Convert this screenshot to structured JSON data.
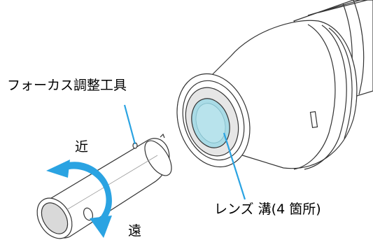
{
  "labels": {
    "tool": "フォーカス調整工具",
    "near": "近",
    "far": "遠",
    "lens_groove": "レンズ 溝(4 箇所)"
  },
  "colors": {
    "outline": "#333333",
    "body_fill": "#ffffff",
    "glass": "#a9dbe6",
    "arrow": "#2aa3e2"
  }
}
